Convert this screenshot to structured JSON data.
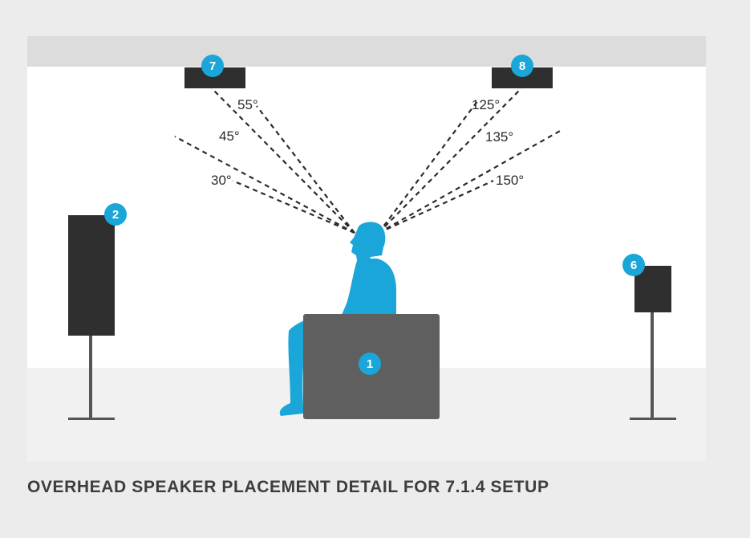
{
  "caption": "OVERHEAD SPEAKER PLACEMENT DETAIL FOR 7.1.4 SETUP",
  "colors": {
    "page_bg": "#ececec",
    "ceiling": "#dcdcdc",
    "wall": "#ffffff",
    "floor": "#f1f1f1",
    "speaker": "#2f2f2f",
    "seat": "#5f5f5f",
    "badge": "#1aa6d8",
    "listener": "#1aa6d8",
    "lines": "#2b2b2b"
  },
  "speakers": {
    "center_badge": "1",
    "front_left_badge": "2",
    "surround_right_badge": "6",
    "overhead_left_badge": "7",
    "overhead_right_badge": "8"
  },
  "angles_left": [
    "55°",
    "45°",
    "30°"
  ],
  "angles_right": [
    "125°",
    "135°",
    "150°"
  ]
}
